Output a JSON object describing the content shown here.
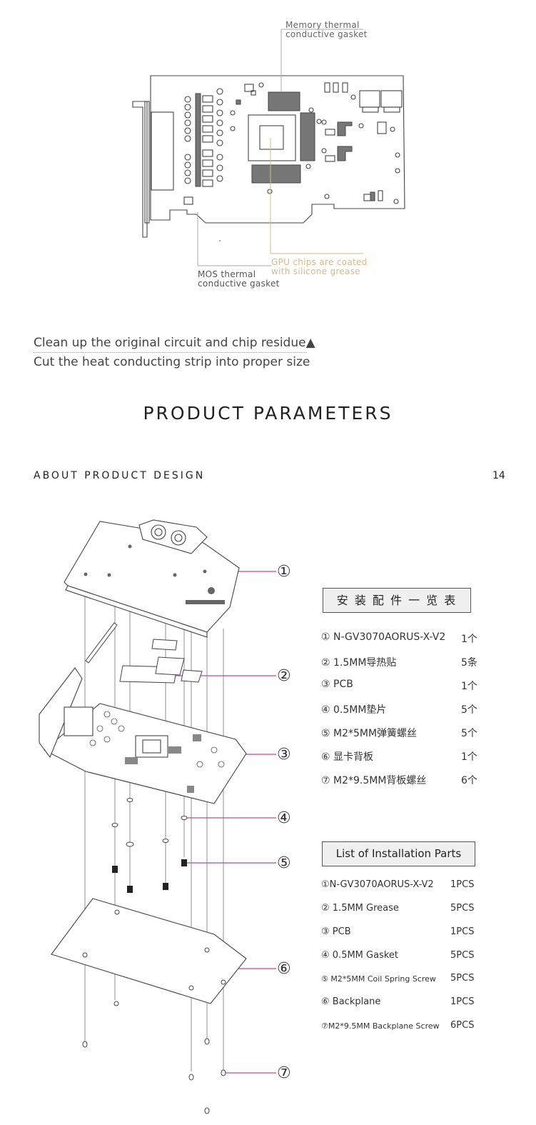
{
  "diagram_top": {
    "memory_label": [
      "Memory thermal",
      "conductive gasket"
    ],
    "gpu_label": [
      "GPU chips are coated",
      "with silicone grease"
    ],
    "mos_label": [
      "MOS thermal",
      "conductive gasket"
    ]
  },
  "steps": {
    "step1": "Clean up the original circuit and chip residue▲",
    "step2": "Cut the heat conducting strip into proper size"
  },
  "title": "PRODUCT PARAMETERS",
  "section": {
    "label": "ABOUT PRODUCT DESIGN",
    "page_number": "14"
  },
  "exploded_view": {
    "callouts": [
      "①",
      "②",
      "③",
      "④",
      "⑤",
      "⑥",
      "⑦"
    ]
  },
  "parts_cn": {
    "heading": "安 装 配 件 一 览 表",
    "items": [
      {
        "label": "① N-GV3070AORUS-X-V2",
        "qty": "1个"
      },
      {
        "label": "② 1.5MM导热贴",
        "qty": "5条"
      },
      {
        "label": "③  PCB",
        "qty": "1个"
      },
      {
        "label": "④  0.5MM垫片",
        "qty": "5个"
      },
      {
        "label": "⑤ M2*5MM弹簧螺丝",
        "qty": "5个"
      },
      {
        "label": "⑥ 显卡背板",
        "qty": "1个"
      },
      {
        "label": "⑦ M2*9.5MM背板螺丝",
        "qty": "6个"
      }
    ]
  },
  "parts_en": {
    "heading": "List of Installation Parts",
    "items": [
      {
        "label": "①N-GV3070AORUS-X-V2",
        "qty": "1PCS"
      },
      {
        "label": "② 1.5MM Grease",
        "qty": "5PCS"
      },
      {
        "label": "③ PCB",
        "qty": "1PCS"
      },
      {
        "label": "④ 0.5MM Gasket",
        "qty": "5PCS"
      },
      {
        "label": "⑤ M2*5MM Coil Spring Screw",
        "qty": "5PCS"
      },
      {
        "label": "⑥ Backplane",
        "qty": "1PCS"
      },
      {
        "label": "⑦M2*9.5MM Backplane Screw",
        "qty": "6PCS"
      }
    ]
  }
}
